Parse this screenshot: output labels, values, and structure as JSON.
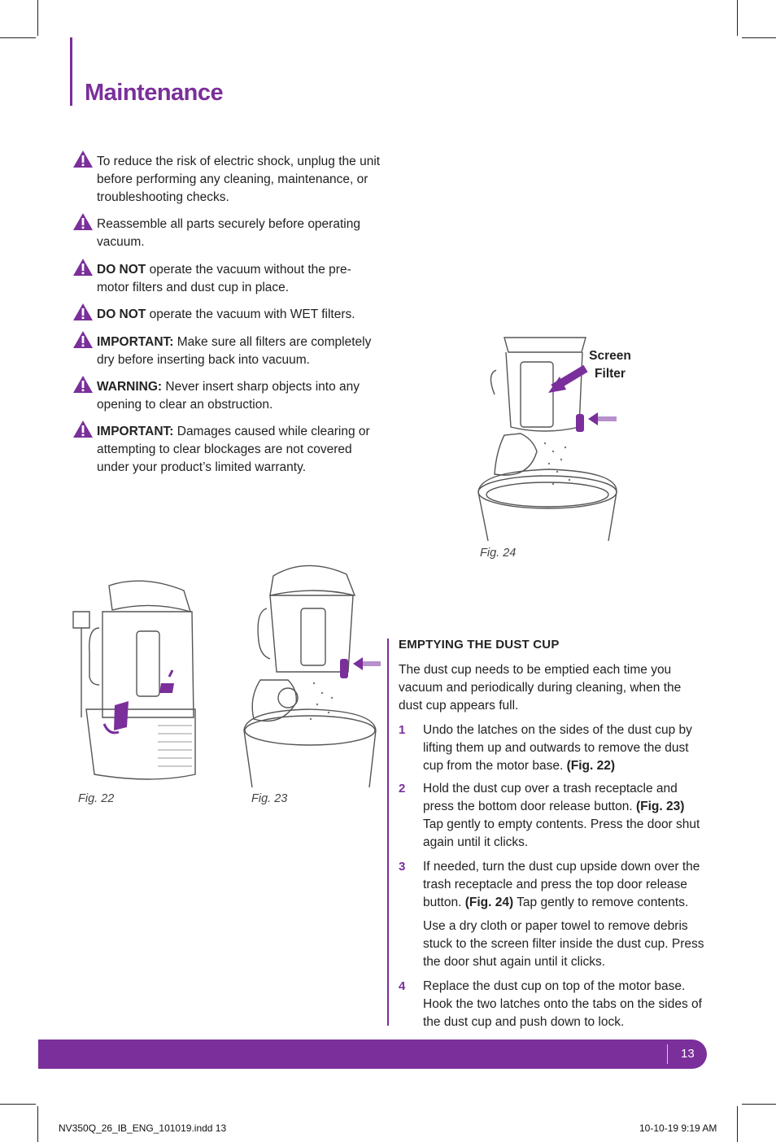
{
  "page": {
    "title": "Maintenance",
    "page_number": "13",
    "slug_left": "NV350Q_26_IB_ENG_101019.indd   13",
    "slug_right": "10-10-19   9:19 AM"
  },
  "warnings": [
    {
      "bold": "",
      "text": "To reduce the risk of electric shock, unplug the unit before performing any cleaning, maintenance, or troubleshooting checks."
    },
    {
      "bold": "",
      "text": "Reassemble all parts securely before operating vacuum."
    },
    {
      "bold": "DO NOT",
      "text": " operate the vacuum without the pre-motor filters and dust cup in place."
    },
    {
      "bold": "DO NOT",
      "text": " operate the vacuum with WET filters."
    },
    {
      "bold": "IMPORTANT:",
      "text": " Make sure all filters are completely dry before inserting back into vacuum."
    },
    {
      "bold": "WARNING:",
      "text": " Never insert sharp objects into any opening to clear an obstruction."
    },
    {
      "bold": "IMPORTANT:",
      "text": " Damages caused while clearing or attempting to clear blockages are not covered under your product’s limited warranty."
    }
  ],
  "figures": {
    "fig22": "Fig. 22",
    "fig23": "Fig. 23",
    "fig24": "Fig. 24",
    "screen_filter_line1": "Screen",
    "screen_filter_line2": "Filter"
  },
  "section": {
    "heading": "EMPTYING THE DUST CUP",
    "intro": "The dust cup needs to be emptied each time you vacuum and periodically during cleaning, when the dust cup appears full."
  },
  "steps": [
    {
      "num": "1",
      "text": "Undo the latches on the sides of the dust cup by lifting them up and outwards to remove the dust cup from the motor base. ",
      "ref": " (Fig. 22)",
      "after": ""
    },
    {
      "num": "2",
      "text": "Hold the dust cup over a trash receptacle and press the bottom door release button. ",
      "ref": " (Fig. 23)",
      "after": "  Tap gently to empty contents.  Press the door shut again until it clicks."
    },
    {
      "num": "3",
      "text": "If needed, turn the dust cup upside down over the trash receptacle and press the top door release button. ",
      "ref": " (Fig. 24)",
      "after": "  Tap gently to remove contents."
    },
    {
      "num": "",
      "text": "Use a dry cloth or paper towel to remove debris stuck to the screen filter inside the dust cup.  Press the door shut again until it clicks.",
      "ref": "",
      "after": ""
    },
    {
      "num": "4",
      "text": "Replace the dust cup on top of the motor base. Hook the two latches onto the tabs on the sides of the dust cup and push down to lock.",
      "ref": "",
      "after": ""
    }
  ],
  "colors": {
    "accent": "#7a2f9a"
  }
}
